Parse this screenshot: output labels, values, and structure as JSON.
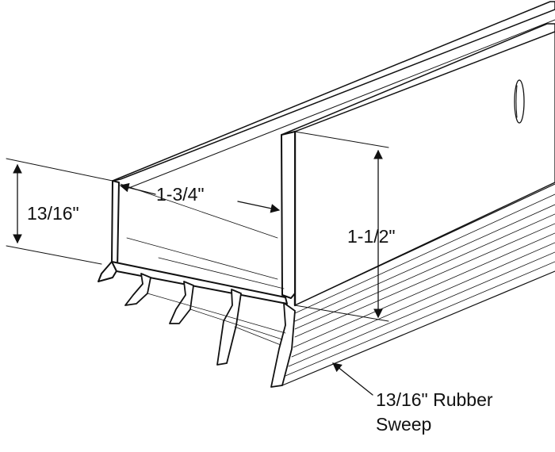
{
  "dimensions": {
    "flange_height": "13/16\"",
    "channel_width": "1-3/4\"",
    "channel_height": "1-1/2\"",
    "sweep_line1": "13/16\" Rubber",
    "sweep_line2": "Sweep"
  },
  "colors": {
    "line": "#111111",
    "fill": "#ffffff"
  }
}
